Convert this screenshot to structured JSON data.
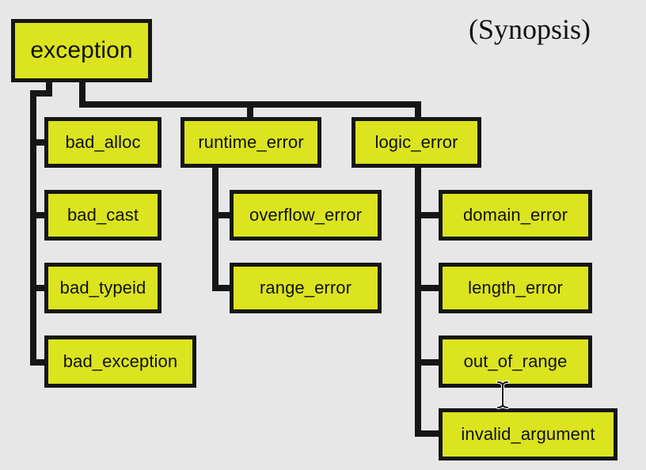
{
  "title": "(Synopsis)",
  "nodes": {
    "exception": "exception",
    "bad_alloc": "bad_alloc",
    "bad_cast": "bad_cast",
    "bad_typeid": "bad_typeid",
    "bad_exception": "bad_exception",
    "runtime_error": "runtime_error",
    "overflow_error": "overflow_error",
    "range_error": "range_error",
    "logic_error": "logic_error",
    "domain_error": "domain_error",
    "length_error": "length_error",
    "out_of_range": "out_of_range",
    "invalid_argument": "invalid_argument"
  },
  "icons": {
    "cursor": "text-cursor-icon"
  },
  "colors": {
    "background": "#e7e7e7",
    "node_fill": "#dbe41e",
    "node_border": "#161616",
    "line": "#161616"
  }
}
